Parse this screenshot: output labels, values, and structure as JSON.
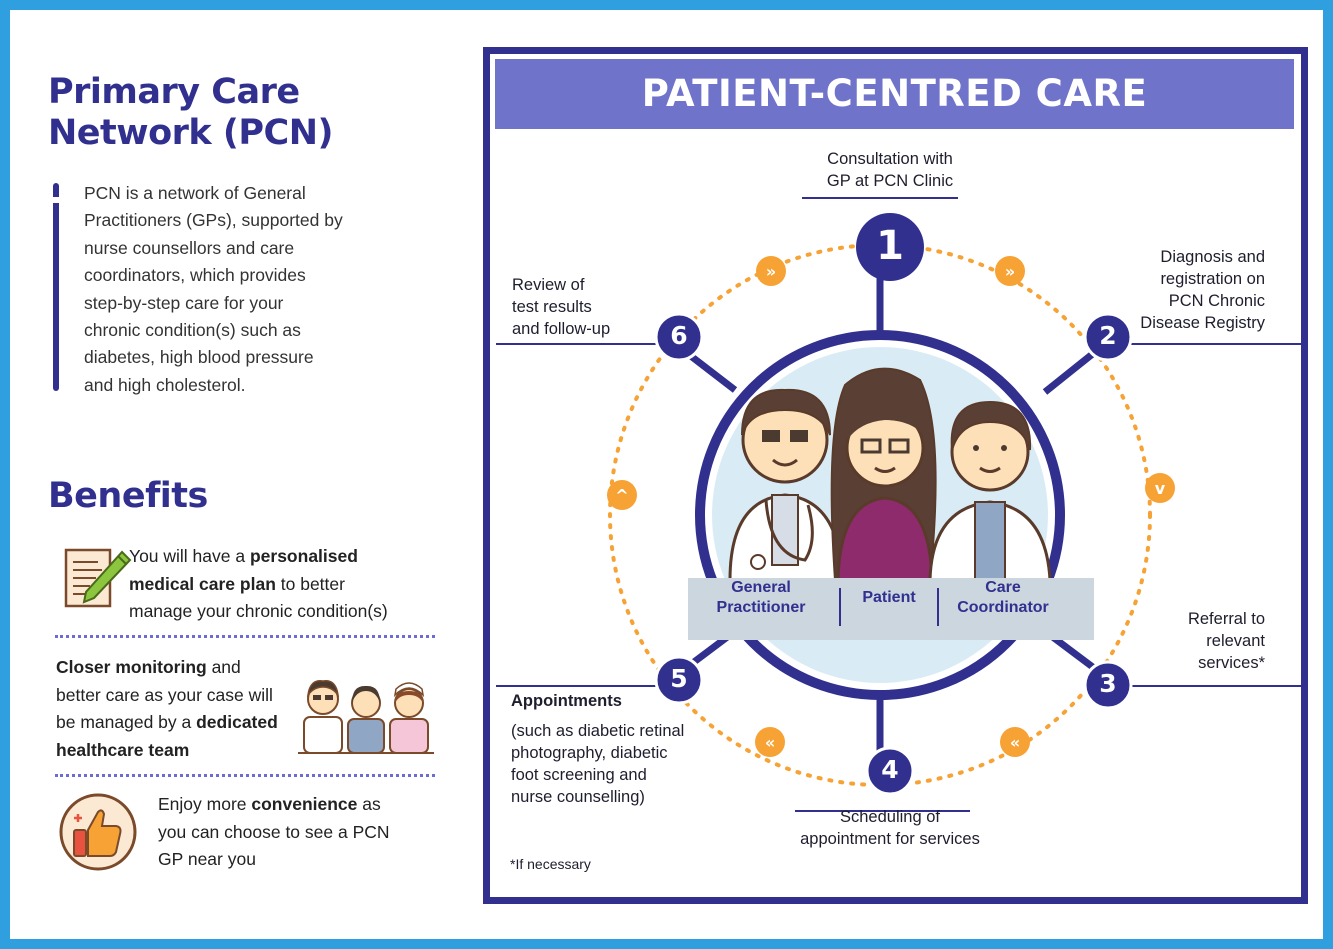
{
  "pcn": {
    "title_line1": "Primary Care",
    "title_line2": "Network (PCN)",
    "intro_lines": [
      "PCN is a network of General",
      "Practitioners (GPs), supported by",
      "nurse counsellors and care",
      "coordinators, which provides",
      "step-by-step care for your",
      "chronic condition(s) such as",
      "diabetes, high blood pressure",
      "and high cholesterol."
    ]
  },
  "benefits": {
    "title": "Benefits",
    "item1": {
      "l1_pre": "You will have a ",
      "l1_bold": "personalised",
      "l2_bold": "medical care plan",
      "l2_post": " to better",
      "l3": "manage your chronic condition(s)"
    },
    "item2": {
      "l1_bold": "Closer monitoring",
      "l1_post": " and",
      "l2": "better care as your case will",
      "l3_pre": "be managed by a ",
      "l3_bold": "dedicated",
      "l4_bold": "healthcare team"
    },
    "item3": {
      "l1_pre": "Enjoy more ",
      "l1_bold": "convenience",
      "l1_post": " as",
      "l2": "you can choose to see a PCN",
      "l3": "GP near you"
    }
  },
  "panel": {
    "header": "PATIENT-CENTRED CARE",
    "steps": [
      {
        "number": "1",
        "line1": "Consultation with",
        "line2": "GP at PCN Clinic"
      },
      {
        "number": "2",
        "line1": "Diagnosis and",
        "line2": "registration on",
        "line3": "PCN Chronic",
        "line4": "Disease Registry"
      },
      {
        "number": "3",
        "line1": "Referral to",
        "line2": "relevant",
        "line3": "services*"
      },
      {
        "number": "4",
        "line1": "Scheduling of",
        "line2": "appointment for services"
      },
      {
        "number": "5",
        "title": "Appointments",
        "line1": "(such as diabetic retinal",
        "line2": "photography, diabetic",
        "line3": "foot screening and",
        "line4": "nurse counselling)"
      },
      {
        "number": "6",
        "line1": "Review of",
        "line2": "test results",
        "line3": "and follow-up"
      }
    ],
    "roles": [
      {
        "line1": "General",
        "line2": "Practitioner"
      },
      {
        "line1": "Patient"
      },
      {
        "line1": "Care",
        "line2": "Coordinator"
      }
    ],
    "footnote": "*If necessary"
  },
  "colors": {
    "brand_navy": "#31308f",
    "header_purple": "#6f73c9",
    "accent_orange": "#f7a234",
    "page_border": "#2f9fe0"
  },
  "icons": [
    "care-plan-icon",
    "healthcare-team-icon",
    "thumbs-up-icon",
    "chevron-double-icon"
  ]
}
